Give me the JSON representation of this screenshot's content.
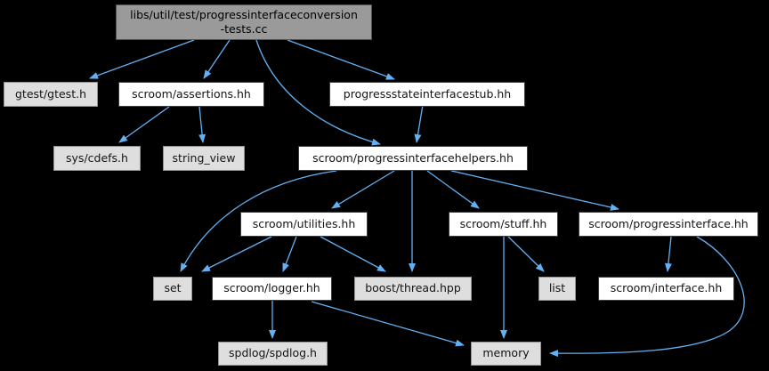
{
  "diagram": {
    "kind": "include-dependency-graph",
    "background_color": "#000000",
    "edge_color": "#63b1f2",
    "node_fill_white": "#ffffff",
    "node_fill_gray": "#dedede",
    "focus_node_fill": "#9a9a9a"
  },
  "graph": {
    "nodes": [
      {
        "id": "tests-cc",
        "label": "libs/util/test/progressinterfaceconversion",
        "label2": "-tests.cc",
        "type": "focus"
      },
      {
        "id": "gtest",
        "label": "gtest/gtest.h",
        "type": "gray"
      },
      {
        "id": "assertions",
        "label": "scroom/assertions.hh",
        "type": "white"
      },
      {
        "id": "stub",
        "label": "progressstateinterfacestub.hh",
        "type": "white"
      },
      {
        "id": "cdefs",
        "label": "sys/cdefs.h",
        "type": "gray"
      },
      {
        "id": "string-view",
        "label": "string_view",
        "type": "gray"
      },
      {
        "id": "helpers",
        "label": "scroom/progressinterfacehelpers.hh",
        "type": "white"
      },
      {
        "id": "utilities",
        "label": "scroom/utilities.hh",
        "type": "white"
      },
      {
        "id": "stuff",
        "label": "scroom/stuff.hh",
        "type": "white"
      },
      {
        "id": "progressinterface",
        "label": "scroom/progressinterface.hh",
        "type": "white"
      },
      {
        "id": "set",
        "label": "set",
        "type": "gray"
      },
      {
        "id": "logger",
        "label": "scroom/logger.hh",
        "type": "white"
      },
      {
        "id": "boost-thread",
        "label": "boost/thread.hpp",
        "type": "gray"
      },
      {
        "id": "list",
        "label": "list",
        "type": "gray"
      },
      {
        "id": "interface",
        "label": "scroom/interface.hh",
        "type": "white"
      },
      {
        "id": "spdlog",
        "label": "spdlog/spdlog.h",
        "type": "gray"
      },
      {
        "id": "memory",
        "label": "memory",
        "type": "gray"
      }
    ],
    "edges": [
      {
        "from": "tests-cc",
        "to": "gtest"
      },
      {
        "from": "tests-cc",
        "to": "assertions"
      },
      {
        "from": "tests-cc",
        "to": "stub"
      },
      {
        "from": "tests-cc",
        "to": "helpers"
      },
      {
        "from": "assertions",
        "to": "cdefs"
      },
      {
        "from": "assertions",
        "to": "string-view"
      },
      {
        "from": "stub",
        "to": "helpers"
      },
      {
        "from": "helpers",
        "to": "utilities"
      },
      {
        "from": "helpers",
        "to": "stuff"
      },
      {
        "from": "helpers",
        "to": "progressinterface"
      },
      {
        "from": "helpers",
        "to": "set"
      },
      {
        "from": "helpers",
        "to": "boost-thread"
      },
      {
        "from": "utilities",
        "to": "set"
      },
      {
        "from": "utilities",
        "to": "logger"
      },
      {
        "from": "utilities",
        "to": "boost-thread"
      },
      {
        "from": "stuff",
        "to": "list"
      },
      {
        "from": "stuff",
        "to": "memory"
      },
      {
        "from": "progressinterface",
        "to": "interface"
      },
      {
        "from": "progressinterface",
        "to": "memory"
      },
      {
        "from": "logger",
        "to": "spdlog"
      },
      {
        "from": "logger",
        "to": "memory"
      }
    ]
  }
}
